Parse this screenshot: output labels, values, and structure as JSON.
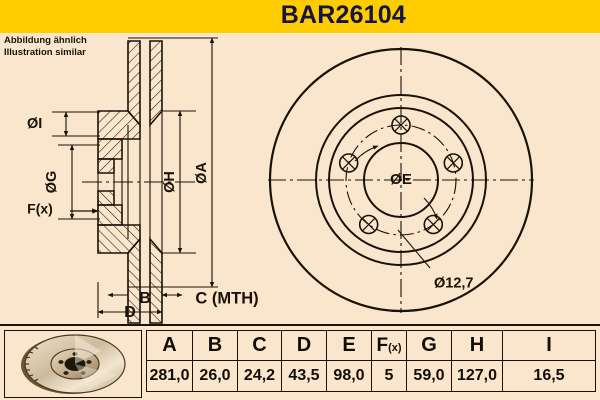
{
  "header": {
    "part_number": "BAR26104",
    "band_color": "#ffcc00",
    "title_color": "#141446"
  },
  "notes": {
    "line_de": "Abbildung ähnlich",
    "line_en": "Illustration similar"
  },
  "page": {
    "background_color": "#fae6cd",
    "line_color": "#1a1208"
  },
  "drawing": {
    "section_view": {
      "name": "cross-section-view",
      "dimension_labels": [
        {
          "id": "I",
          "label": "ØI",
          "orientation": "horizontal",
          "position": "left-upper"
        },
        {
          "id": "G",
          "label": "ØG",
          "orientation": "vertical",
          "position": "left-middle"
        },
        {
          "id": "Fx",
          "label": "F(x)",
          "orientation": "horizontal",
          "position": "left-lower"
        },
        {
          "id": "H",
          "label": "ØH",
          "orientation": "vertical",
          "position": "right-inner"
        },
        {
          "id": "A",
          "label": "ØA",
          "orientation": "vertical",
          "position": "right-outer"
        },
        {
          "id": "B",
          "label": "B",
          "orientation": "horizontal",
          "position": "bottom-inner"
        },
        {
          "id": "C",
          "label": "C (MTH)",
          "orientation": "horizontal",
          "position": "bottom-right"
        },
        {
          "id": "D",
          "label": "D",
          "orientation": "horizontal",
          "position": "bottom-outer"
        }
      ]
    },
    "front_view": {
      "name": "front-face-view",
      "center_label": "ØE",
      "hole_label": "Ø12,7",
      "bolt_hole_count": 5,
      "concentric_circle_count": 4
    }
  },
  "table": {
    "headers": [
      "A",
      "B",
      "C",
      "D",
      "E",
      "F(x)",
      "G",
      "H",
      "I"
    ],
    "fx_header": {
      "main": "F",
      "sub": "(x)"
    },
    "values": [
      "281,0",
      "26,0",
      "24,2",
      "43,5",
      "98,0",
      "5",
      "59,0",
      "127,0",
      "16,5"
    ],
    "thumbnail_alt": "brake-disc-product-photo"
  }
}
